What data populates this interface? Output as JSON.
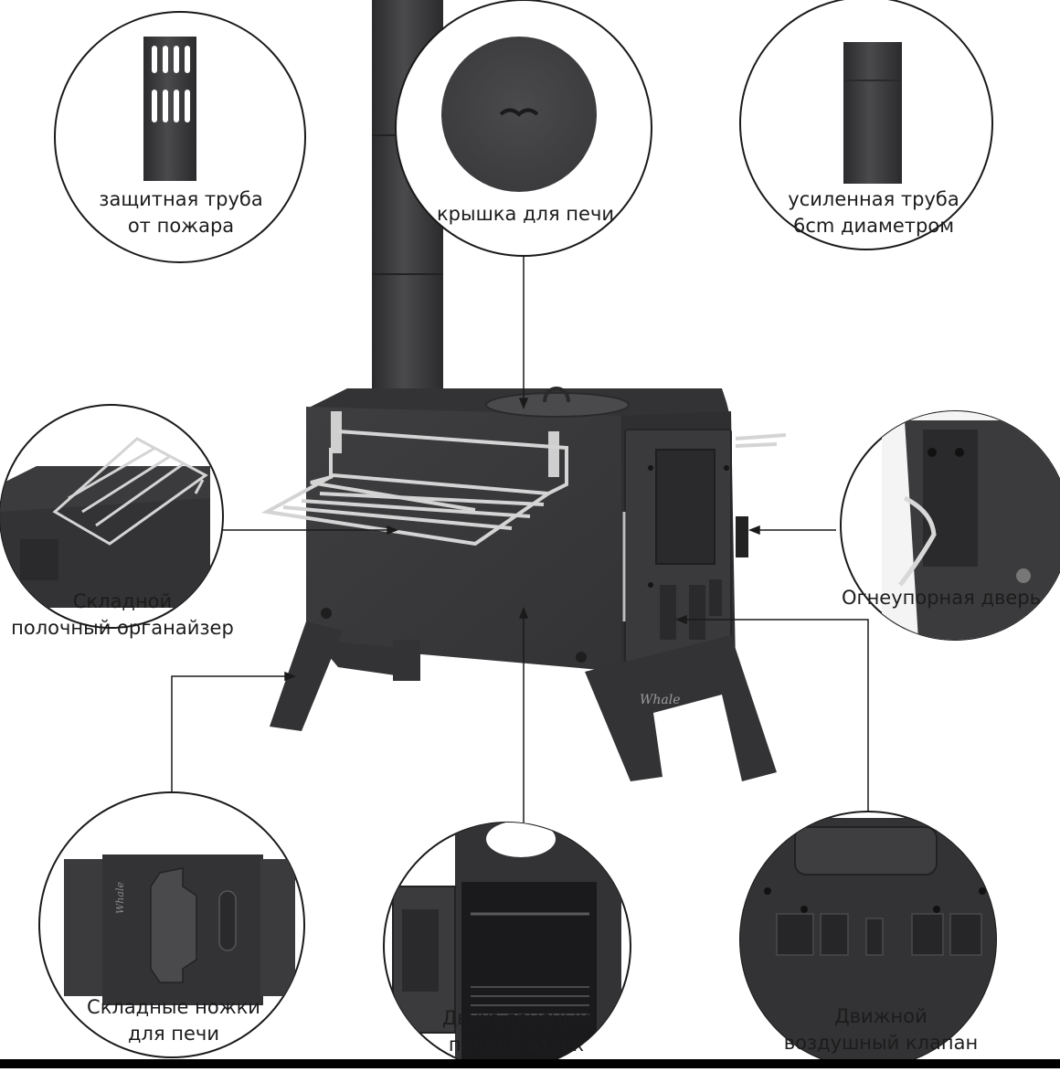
{
  "callouts": {
    "fire_protection_pipe": {
      "line1": "защитная труба",
      "line2": "от пожара"
    },
    "stove_lid": {
      "line1": "крышка для печи"
    },
    "reinforced_pipe": {
      "line1": "усиленная труба",
      "line2": "6cm диаметром"
    },
    "folding_shelf": {
      "line1": "Складной",
      "line2": "полочный органайзер"
    },
    "fireproof_door": {
      "line1": "Огнеупорная дверь"
    },
    "folding_legs": {
      "line1": "Складные ножки",
      "line2": "для печи"
    },
    "two_tier_chamber": {
      "line1": "Двухъярусный",
      "line2": "печной отсек"
    },
    "air_damper": {
      "line1": "Движной",
      "line2": "воздушный клапан"
    }
  },
  "colors": {
    "stove_body": "#3b3b3d",
    "stove_dark": "#2a2a2c",
    "steel": "#c9c9c9",
    "circle_stroke": "#1a1a1a",
    "leader_line": "#1a1a1a",
    "label_text": "#1c1c1c"
  }
}
